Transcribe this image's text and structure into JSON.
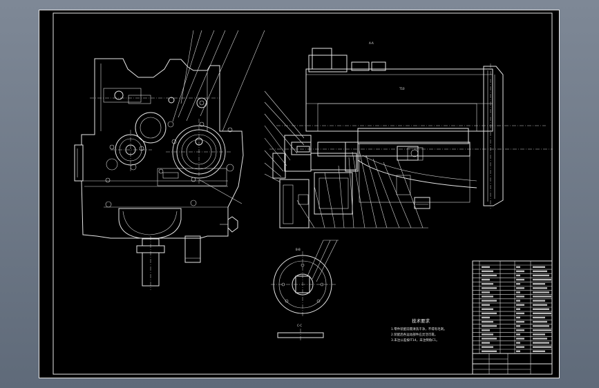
{
  "drawing": {
    "section_label_top": "A-A",
    "section_label_bottom": "B-B",
    "dim_label": "T10",
    "tech_title": "技术要求",
    "tech_notes": [
      "1.零件装配前需清洗干净，不得有毛刺。",
      "2.装配后各运动部件应灵活可靠。",
      "3.未注公差按IT14，未注倒角C1。"
    ]
  },
  "colors": {
    "background": "#000000",
    "line": "#e8e8e8",
    "frame_outer": "#6f7a88"
  }
}
